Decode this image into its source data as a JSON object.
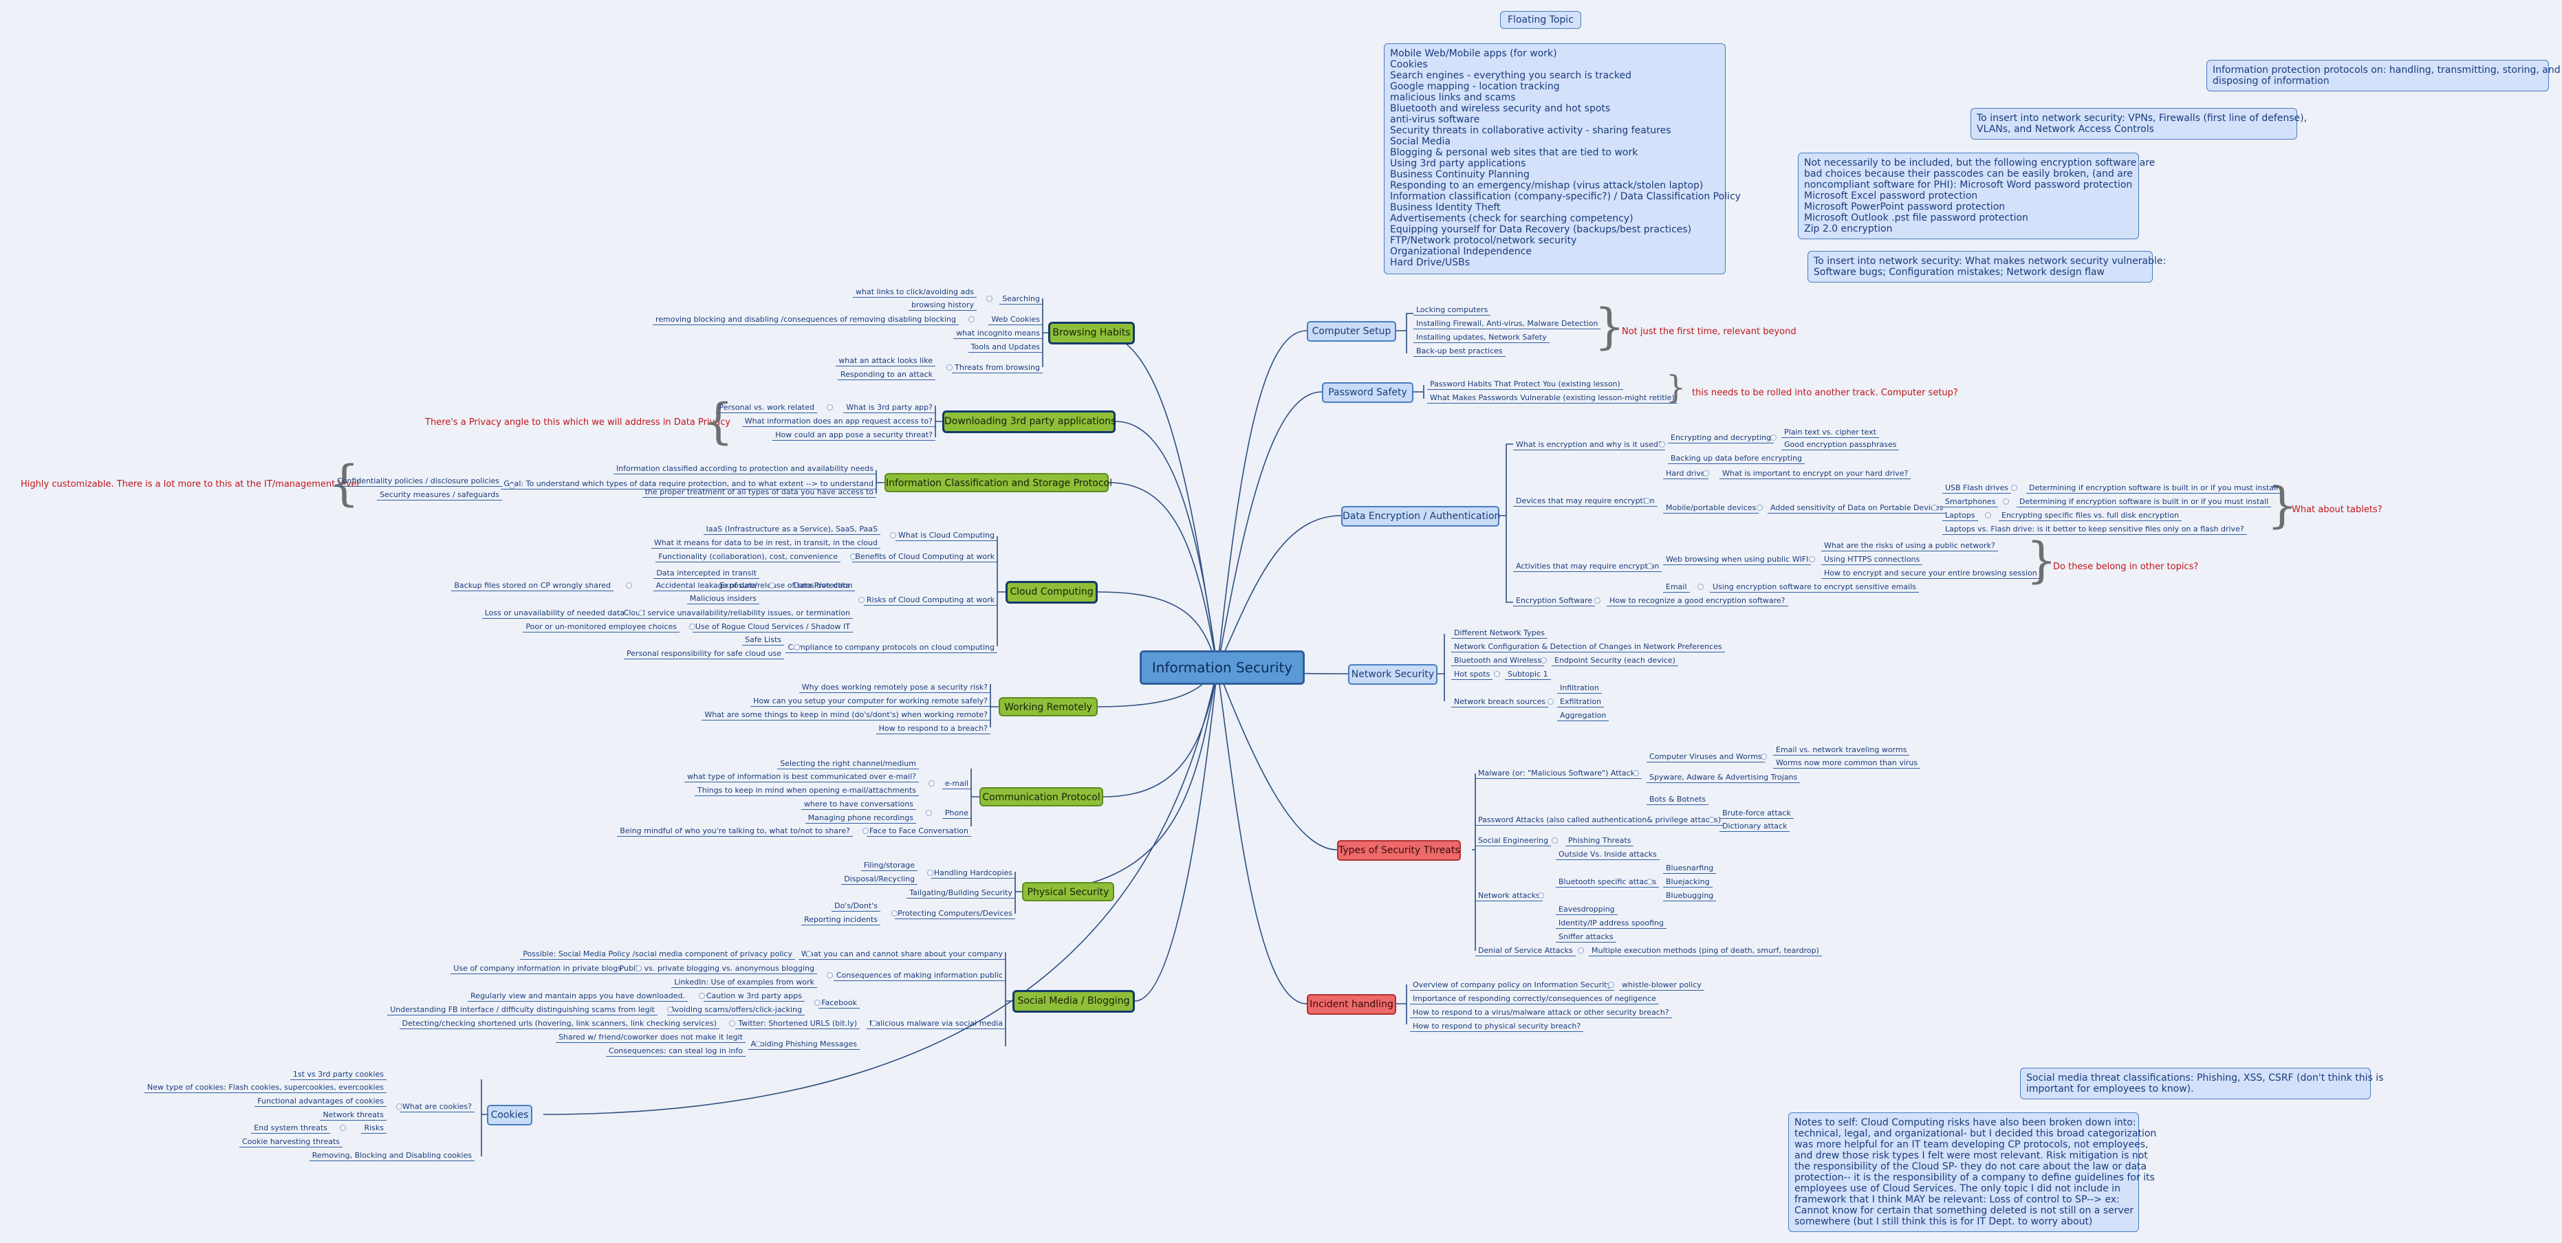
{
  "central": "Information Security",
  "floating_topic": "Floating Topic",
  "floating_list": [
    "Mobile Web/Mobile apps (for work)",
    "Cookies",
    "Search engines - everything you search is tracked",
    "Google mapping - location tracking",
    "malicious links and scams",
    "Bluetooth and wireless security and hot spots",
    "anti-virus software",
    "Security threats in collaborative activity - sharing features",
    "Social Media",
    "Blogging & personal web sites that are tied to work",
    "Using 3rd party applications",
    "Business Continuity Planning",
    "Responding to an emergency/mishap (virus attack/stolen laptop)",
    "Information classification (company-specific?) / Data Classification Policy",
    "Business Identity Theft",
    "Advertisements (check for searching competency)",
    "Equipping yourself for Data Recovery  (backups/best practices)",
    "FTP/Network protocol/network security",
    "Organizational Independence",
    "Hard Drive/USBs"
  ],
  "note_protocols": [
    "Information protection protocols on: handling, transmitting, storing, and",
    "disposing of information"
  ],
  "note_vpn": [
    "To insert into network security: VPNs, Firewalls (first line of defense),",
    "VLANs, and Network Access Controls"
  ],
  "note_encryption": [
    "Not necessarily to be included, but the following encryption software are",
    "bad choices because their passcodes can be easily broken, (and are",
    "noncompliant software for PHI): Microsoft Word password protection",
    "Microsoft Excel password protection",
    "Microsoft PowerPoint password protection",
    "Microsoft Outlook .pst file password protection",
    "Zip 2.0 encryption"
  ],
  "note_vulnerable": [
    "To insert into network security: What makes network security vulnerable:",
    "Software bugs; Configuration mistakes; Network design flaw"
  ],
  "note_social_threat": [
    "Social media threat classifications: Phishing, XSS, CSRF (don't think this is",
    "important for employees to know)."
  ],
  "note_self": [
    "Notes to self: Cloud Computing risks have also been broken down into:",
    "technical, legal, and organizational- but I decided this broad categorization",
    "was more helpful for an IT team developing CP protocols, not employees,",
    "and drew those risk types I felt were most relevant. Risk mitigation is not",
    "the responsibility of the Cloud SP- they do not care about the law or data",
    "protection-- it is the responsibility of a company to define guidelines for its",
    "employees use of Cloud Services.  The only topic I did not include in",
    "framework that I think MAY be relevant: Loss of control to SP--> ex:",
    "Cannot know for certain that something deleted is not still on a server",
    "somewhere (but I still think this is for IT Dept. to worry about)"
  ],
  "red_notes": {
    "computer_setup": "Not just the first time, relevant beyond",
    "password": "this needs to be rolled into another track. Computer setup?",
    "tablets": "What about tablets?",
    "other_topics": "Do these belong in other topics?",
    "privacy": "There's a Privacy angle to this which we will address in Data Privacy",
    "customizable": "Highly customizable. There is a lot more to this at the IT/management level"
  },
  "right_topics": {
    "computer_setup": {
      "label": "Computer Setup",
      "items": [
        "Locking computers",
        "Installing Firewall, Anti-virus, Malware Detection",
        "Installing updates, Network Safety",
        "Back-up best practices"
      ]
    },
    "password_safety": {
      "label": "Password Safety",
      "items": [
        "Password Habits That Protect You (existing lesson)",
        "What Makes Passwords Vulnerable (existing lesson-might retitle)"
      ]
    },
    "data_encryption": {
      "label": "Data Encryption / Authentication",
      "what_is": "What is encryption and why is it used?",
      "enc_dec": "Encrypting and decrypting",
      "plain_text": "Plain text vs. cipher text",
      "passphrases": "Good encryption passphrases",
      "backing_up": "Backing up data before encrypting",
      "devices": "Devices that may require encryption",
      "hard_drive": "Hard drive",
      "hard_drive_q": "What is important to encrypt on your hard drive?",
      "mobile": "Mobile/portable devices",
      "added_sens": "Added sensitivity of Data on Portable Devices",
      "usb": "USB Flash drives",
      "usb_q": "Determining if encryption software is built in or if you must install",
      "smartphones": "Smartphones",
      "smart_q": "Determining if encryption software is built in or if you must install",
      "laptops": "Laptops",
      "laptops_q": "Encrypting specific files vs. full disk encryption",
      "laptops_vs": "Laptops vs. Flash drive: is it better to keep sensitive files only on a flash drive?",
      "activities": "Activities that may require encryption",
      "web_browsing": "Web browsing when using public WIFI",
      "wifi_risks": "What are the risks of using a public network?",
      "https": "Using HTTPS connections",
      "encrypt_browse": "How to encrypt and secure your entire browsing session",
      "email": "Email",
      "email_q": "Using encryption software to encrypt sensitive emails",
      "enc_software": "Encryption Software",
      "enc_software_q": "How to recognize a good encryption software?"
    },
    "network_security": {
      "label": "Network Security",
      "items": [
        "Different Network Types",
        "Network Configuration & Detection of Changes in Network Preferences",
        "Bluetooth and Wireless",
        "Hot spots",
        "Network breach sources"
      ],
      "endpoint": "Endpoint Security (each device)",
      "subtopic": "Subtopic 1",
      "breach": [
        "Infiltration",
        "Exfiltration",
        "Aggregation"
      ]
    },
    "threats": {
      "label": "Types of Security Threats",
      "malware": "Malware (or: \"Malicious Software\") Attacks",
      "viruses": "Computer Viruses and Worms",
      "email_vs": "Email vs. network traveling worms",
      "worms": "Worms now more common than virus",
      "spyware": "Spyware, Adware & Advertising Trojans",
      "bots": "Bots & Botnets",
      "password_attacks": "Password Attacks (also called authentication& privilege attacks)",
      "brute": "Brute-force attack",
      "dictionary": "Dictionary attack",
      "social_eng": "Social Engineering",
      "phishing": "Phishing Threats",
      "network_attacks": "Network attacks",
      "outside": "Outside Vs. Inside attacks",
      "bt_specific": "Bluetooth specific attacks",
      "bt": [
        "Bluesnarfing",
        "Bluejacking",
        "Bluebugging"
      ],
      "eaves": "Eavesdropping",
      "spoofing": "Identity/IP address spoofing",
      "sniffer": "Sniffer attacks",
      "dos": "Denial of Service Attacks",
      "dos_q": "Multiple execution methods (ping of death, smurf, teardrop)"
    },
    "incident": {
      "label": "Incident handling",
      "overview": "Overview of company policy on Information Security",
      "whistle": "whistle-blower policy",
      "items": [
        "Importance of responding correctly/consequences of negligence",
        "How to respond to a virus/malware attack or other security breach?",
        "How to respond to physical security breach?"
      ]
    }
  },
  "left_topics": {
    "browsing": {
      "label": "Browsing Habits",
      "searching": "Searching",
      "what_links": "what links to click/avoiding ads",
      "history": "browsing history",
      "cookies": "Web Cookies",
      "cookies_q": "removing blocking and disabling /consequences of removing disabling blocking",
      "incognito": "what incognito means",
      "tools": "Tools and Updates",
      "threats": "Threats from browsing",
      "attack_looks": "what an attack looks like",
      "responding": "Responding to an attack"
    },
    "third_party": {
      "label": "Downloading 3rd party applications",
      "personal": "Personal vs. work related",
      "what_is": "What is 3rd party app?",
      "info_access": "What information does an app request access to?",
      "threat": "How could an app pose a security threat?"
    },
    "classification": {
      "label": "Information Classification and Storage Protocol",
      "classified": "Information classified according to protection and availability needs",
      "goal_1": "Goal: To understand which types of data require protection, and to what extent --> to understand",
      "goal_2": "the proper treatment of all types of data you have access to",
      "confidentiality": "Confidentiality policies / disclosure policies",
      "measures": "Security measures / safeguards"
    },
    "cloud": {
      "label": "Cloud Computing",
      "what_is": "What is Cloud Computing",
      "iaas": "IaaS (Infrastructure as a Service), SaaS, PaaS",
      "rest": "What it means for data to be in rest, in transit, in the cloud",
      "benefits": "Benefits of Cloud Computing at work",
      "functionality": "Functionality (collaboration), cost, convenience",
      "risks": "Risks of Cloud Computing at work",
      "exposure": "Exposure/release of sensitive data",
      "intercepted": "Data intercepted in transit",
      "accidental": "Accidental leakage of data",
      "backup_files": "Backup files stored on CP wrongly shared",
      "malicious": "Malicious insiders",
      "data_protection": "Data Protection",
      "unavailability": "Cloud service unavailability/reliability issues, or termination",
      "loss": "Loss or unavailability of needed data",
      "rogue": "Use of Rogue Cloud Services / Shadow IT",
      "poor": "Poor or un-monitored employee choices",
      "compliance": "Compliance to company protocols on cloud computing",
      "safe_lists": "Safe Lists",
      "personal_resp": "Personal responsibility for safe cloud use"
    },
    "remote": {
      "label": "Working Remotely",
      "items": [
        "Why does working remotely pose a security risk?",
        "How can you setup your computer for working remote safely?",
        "What are some things to keep in mind (do's/dont's) when working remote?",
        "How to respond to a breach?"
      ]
    },
    "comm": {
      "label": "Communication Protocol",
      "email": "e-mail",
      "channel": "Selecting the right channel/medium",
      "what_info": "what type of information is best communicated over e-mail?",
      "attachments": "Things to keep in mind when opening e-mail/attachments",
      "phone": "Phone",
      "where": "where to have conversations",
      "managing": "Managing phone recordings",
      "mindful": "Being mindful of who you're talking to, what to/not to share?",
      "f2f": "Face to Face Conversation"
    },
    "physical": {
      "label": "Physical Security",
      "hardcopies": "Handling Hardcopies",
      "filing": "Filing/storage",
      "disposal": "Disposal/Recycling",
      "tailgating": "Tailgating/Building Security",
      "protecting": "Protecting Computers/Devices",
      "dos": "Do's/Dont's",
      "reporting": "Reporting incidents"
    },
    "social": {
      "label": "Social Media / Blogging",
      "possible": "Possible: Social Media Policy /social media component of privacy policy",
      "what_share": "What you can and cannot share about your company",
      "use_info": "Use of company information in private blogs",
      "public_private": "Public vs. private blogging vs. anonymous blogging",
      "consequences": "Consequences of making information public",
      "linkedin": "LinkedIn: Use of examples from work",
      "regularly": "Regularly view and mantain apps you have downloaded.",
      "caution": "Caution w 3rd party apps",
      "facebook": "Facebook",
      "understanding": "Understanding FB interface / difficulty distinguishing scams from legit",
      "avoiding": "Avoiding scams/offers/click-jacking",
      "malicious_malware": "Malicious malware via social media",
      "detecting": "Detecting/checking shortened urls (hovering, link scanners, link checking services)",
      "twitter": "Twitter: Shortened URLS (bit.ly)",
      "shared": "Shared w/ friend/coworker does not make it legit",
      "avoiding_phishing": "Avoiding Phishing Messages",
      "steal": "Consequences: can steal log in info"
    },
    "cookies": {
      "label": "Cookies",
      "what_are": "What are cookies?",
      "types": [
        "1st vs 3rd party cookies",
        "New type of cookies: Flash cookies, supercookies, evercookies",
        "Functional advantages of cookies",
        "Network threats"
      ],
      "risks": "Risks",
      "end": "End system threats",
      "harvesting": "Cookie harvesting threats",
      "removing": "Removing, Blocking and Disabling cookies"
    }
  },
  "colors": {
    "main_blue": "#c9dcf7",
    "main_green": "#8fbf38",
    "main_red": "#ee6a6a",
    "central": "#5b9bd5",
    "line": "#2f5fa0",
    "note_red": "#c0161b"
  }
}
